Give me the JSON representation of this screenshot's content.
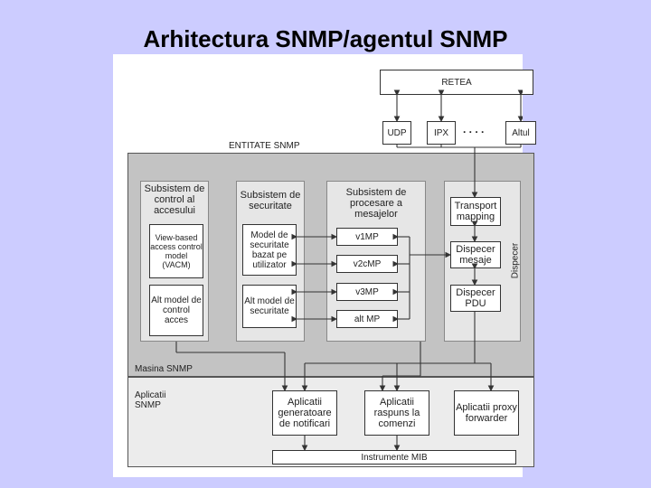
{
  "title": "Arhitectura SNMP/agentul SNMP",
  "network": {
    "retea": "RETEA",
    "udp": "UDP",
    "ipx": "IPX",
    "dots": ". . . .",
    "altul": "Altul"
  },
  "entity_label": "ENTITATE SNMP",
  "engine_label": "Masina SNMP",
  "access": {
    "title": "Subsistem de control al accesului",
    "vacm": "View-based access control model (VACM)",
    "other": "Alt model de control acces"
  },
  "security": {
    "title": "Subsistem de securitate",
    "usm": "Model de securitate bazat pe utilizator",
    "other": "Alt model de securitate"
  },
  "processing": {
    "title": "Subsistem de procesare a mesajelor",
    "v1": "v1MP",
    "v2c": "v2cMP",
    "v3": "v3MP",
    "alt": "alt MP"
  },
  "dispatcher": {
    "label": "Dispecer",
    "transport": "Transport mapping",
    "messages": "Dispecer mesaje",
    "pdu": "Dispecer PDU"
  },
  "apps": {
    "label": "Aplicatii SNMP",
    "notif": "Aplicatii generatoare de notificari",
    "response": "Aplicatii raspuns la comenzi",
    "proxy": "Aplicatii proxy forwarder",
    "mib": "Instrumente MIB"
  }
}
